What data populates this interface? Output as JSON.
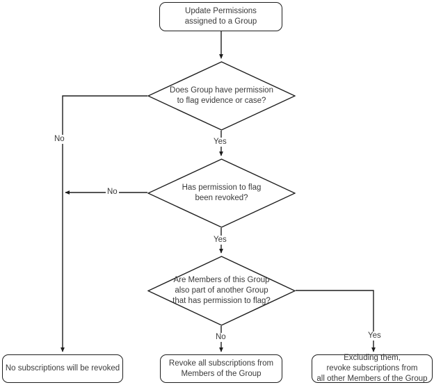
{
  "diagram": {
    "type": "flowchart",
    "title": "Update Permissions assigned to a Group",
    "background_color": "#ffffff",
    "stroke_color": "#1d1d1d",
    "text_color": "#3a3a3a"
  },
  "nodes": {
    "start": {
      "shape": "rounded-rectangle",
      "label": "Update Permissions\nassigned to a Group"
    },
    "decision_has_permission": {
      "shape": "diamond",
      "label": "Does Group have permission\nto flag evidence or case?"
    },
    "decision_revoked": {
      "shape": "diamond",
      "label": "Has permission to flag\nbeen revoked?"
    },
    "decision_other_group": {
      "shape": "diamond",
      "label": "Are Members of this Group\nalso part of another Group\nthat has permission to flag?"
    },
    "result_none": {
      "shape": "rounded-rectangle",
      "label": "No subscriptions will be revoked"
    },
    "result_all": {
      "shape": "rounded-rectangle",
      "label": "Revoke all subscriptions from\nMembers of the Group"
    },
    "result_excluding": {
      "shape": "rounded-rectangle",
      "label": "Excluding them,\nrevoke subscriptions from\nall other Members of the Group"
    }
  },
  "edge_labels": {
    "d1_no": "No",
    "d1_yes": "Yes",
    "d2_no": "No",
    "d2_yes": "Yes",
    "d3_no": "No",
    "d3_yes": "Yes"
  }
}
